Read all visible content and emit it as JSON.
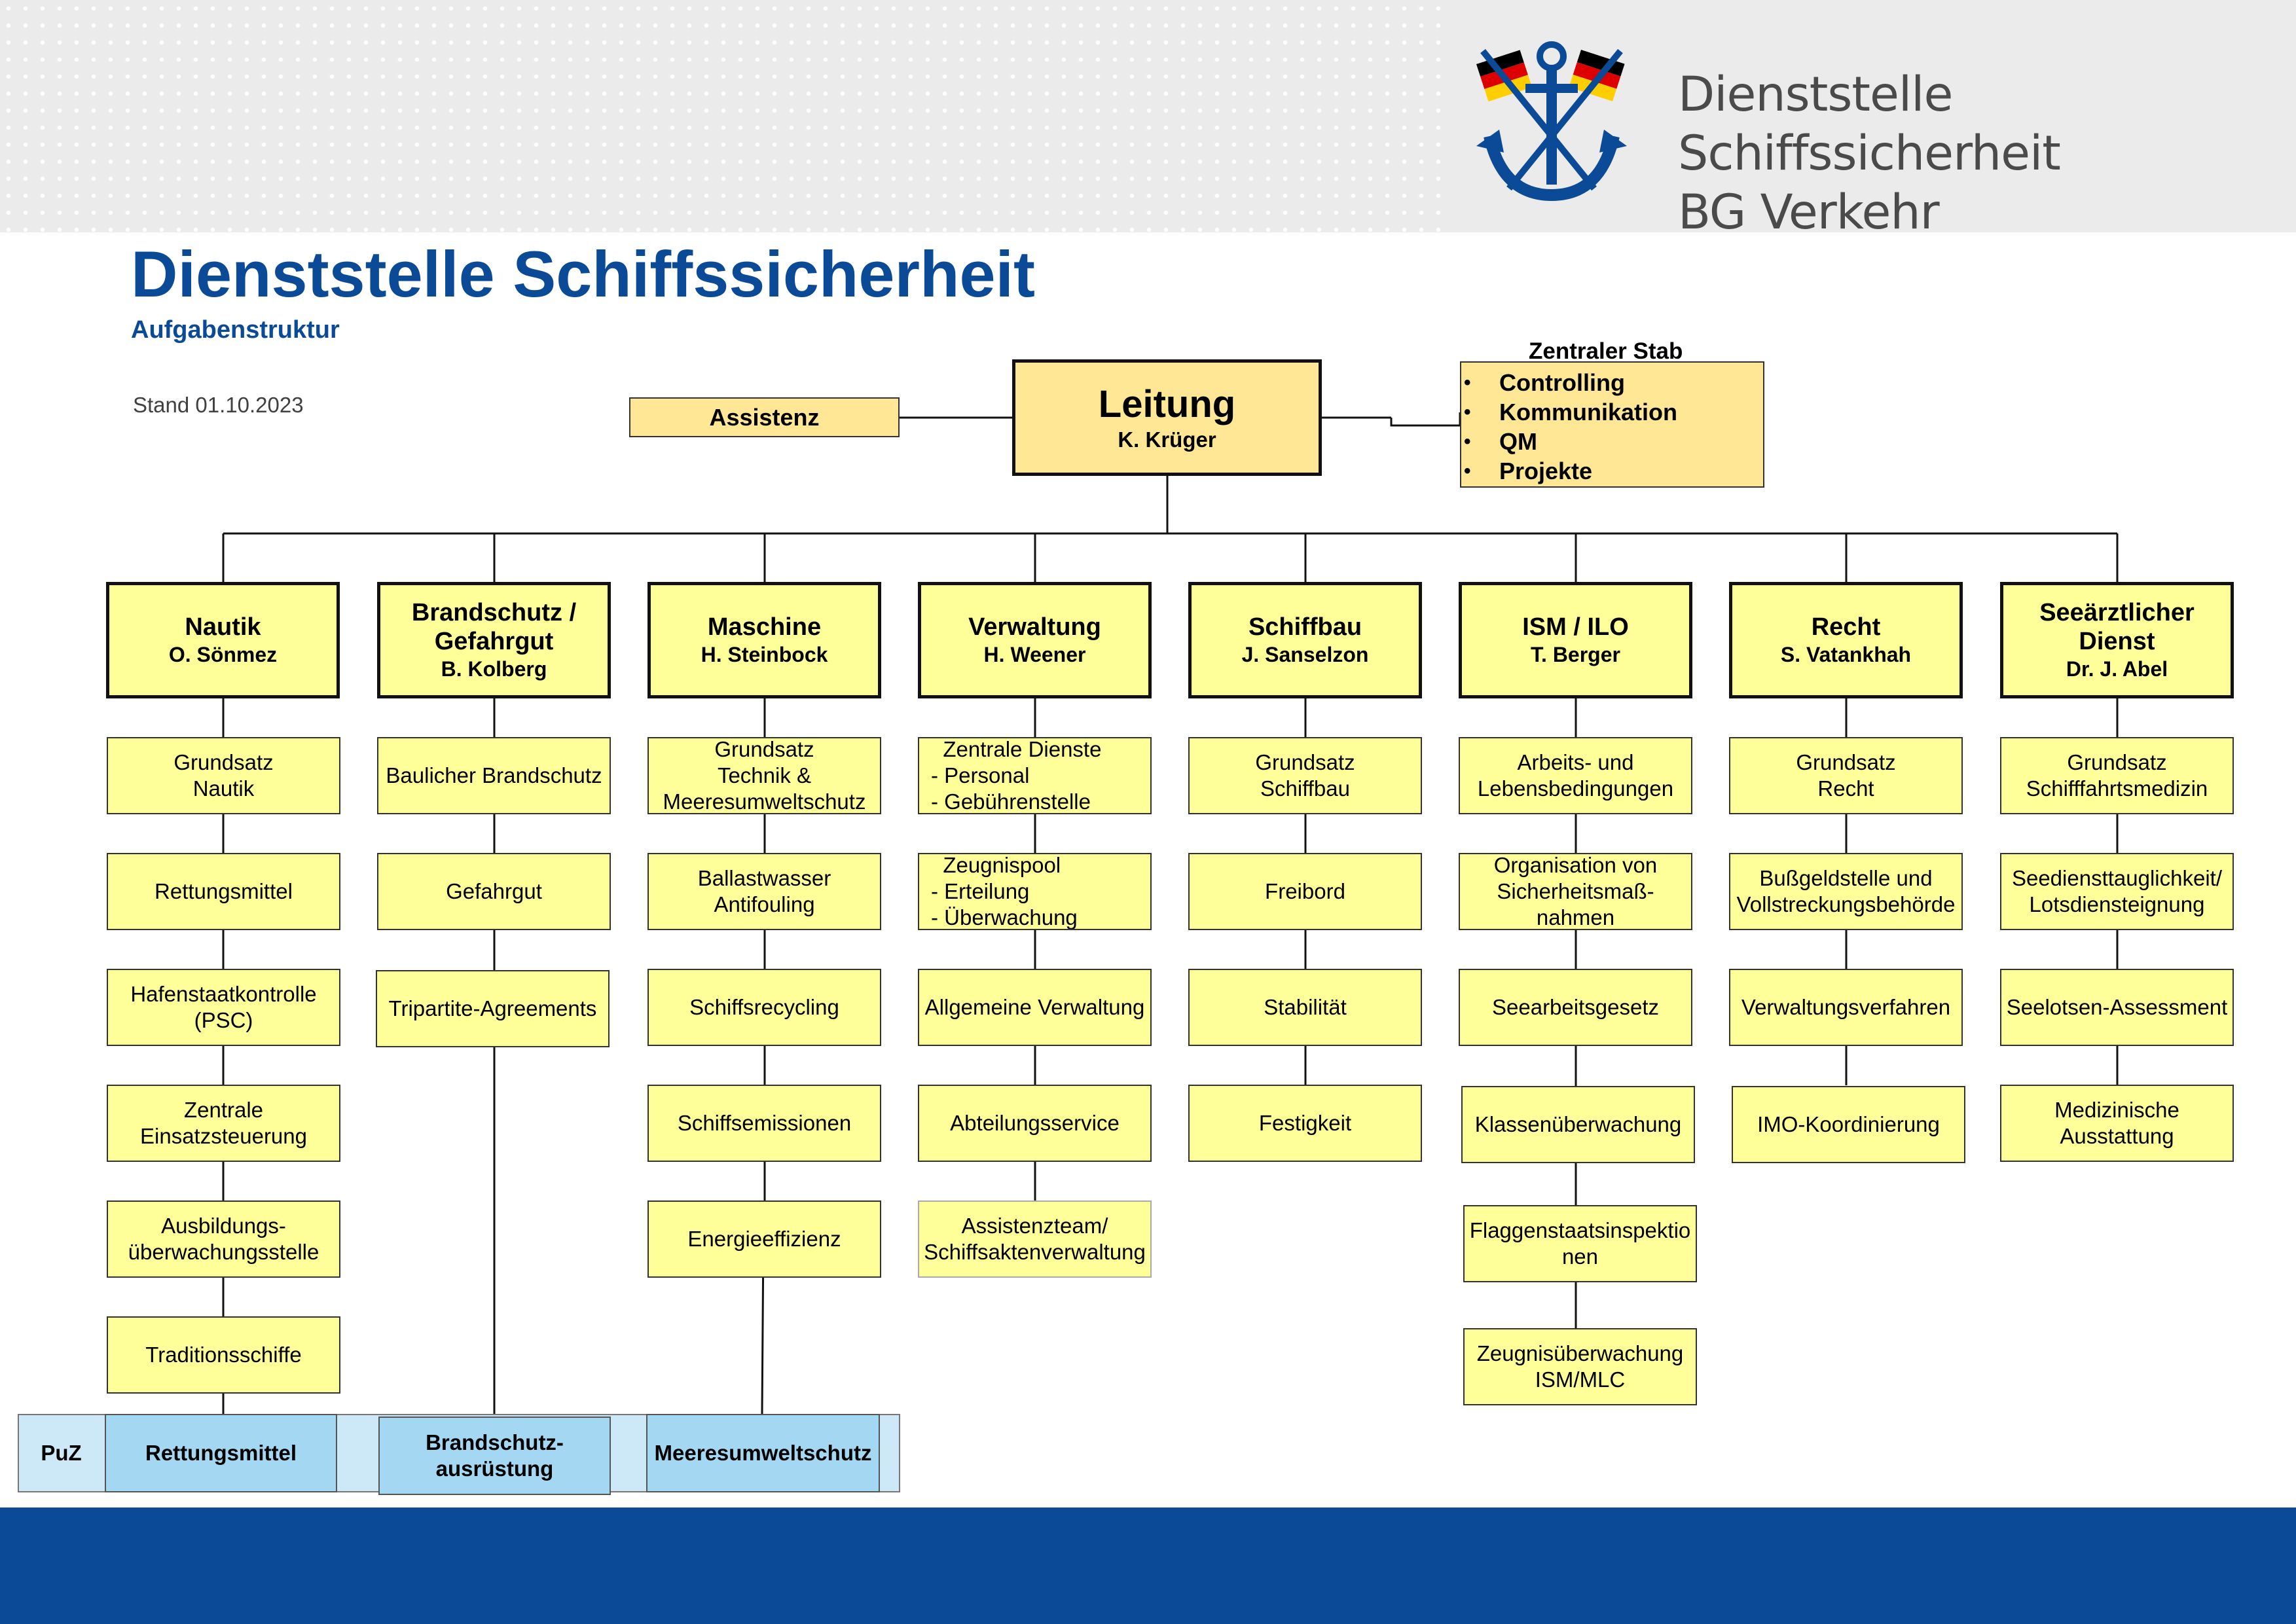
{
  "header": {
    "org_line1": "Dienststelle Schiffssicherheit",
    "org_line2": "BG Verkehr",
    "logo_icon": "anchor-with-german-flags-icon"
  },
  "title": "Dienststelle Schiffssicherheit",
  "subtitle": "Aufgabenstruktur",
  "stand": "Stand 01.10.2023",
  "leitung": {
    "title": "Leitung",
    "name": "K. Krüger"
  },
  "assistenz": "Assistenz",
  "zentraler_stab": {
    "title": "Zentraler Stab",
    "items": [
      "Controlling",
      "Kommunikation",
      "QM",
      "Projekte"
    ]
  },
  "departments": [
    {
      "title": "Nautik",
      "head": "O. Sönmez",
      "units": [
        "Grundsatz\nNautik",
        "Rettungsmittel",
        "Hafenstaatkontrolle\n(PSC)",
        "Zentrale\nEinsatzsteuerung",
        "Ausbildungs-\nüberwachungsstelle",
        "Traditionsschiffe"
      ]
    },
    {
      "title": "Brandschutz /\nGefahrgut",
      "head": "B. Kolberg",
      "units": [
        "Baulicher Brandschutz",
        "Gefahrgut",
        "Tripartite-Agreements"
      ]
    },
    {
      "title": "Maschine",
      "head": "H. Steinbock",
      "units": [
        "Grundsatz\nTechnik &\nMeeresumweltschutz",
        "Ballastwasser\nAntifouling",
        "Schiffsrecycling",
        "Schiffsemissionen",
        "Energieeffizienz"
      ]
    },
    {
      "title": "Verwaltung",
      "head": "H. Weener",
      "units": [
        "  Zentrale Dienste\n- Personal\n- Gebührenstelle",
        "  Zeugnispool\n- Erteilung\n- Überwachung",
        "Allgemeine Verwaltung",
        "Abteilungsservice",
        "Assistenzteam/\nSchiffsaktenverwaltung"
      ]
    },
    {
      "title": "Schiffbau",
      "head": "J. Sanselzon",
      "units": [
        "Grundsatz\nSchiffbau",
        "Freibord",
        "Stabilität",
        "Festigkeit"
      ]
    },
    {
      "title": "ISM / ILO",
      "head": "T. Berger",
      "units": [
        "Arbeits- und\nLebensbedingungen",
        "Organisation von\nSicherheitsmaß-\nnahmen",
        "Seearbeitsgesetz",
        "Klassenüberwachung",
        "Flaggenstaatsinspektio\nnen",
        "Zeugnisüberwachung\nISM/MLC"
      ]
    },
    {
      "title": "Recht",
      "head": "S. Vatankhah",
      "units": [
        "Grundsatz\nRecht",
        "Bußgeldstelle und\nVollstreckungsbehörde",
        "Verwaltungsverfahren",
        "IMO-Koordinierung"
      ]
    },
    {
      "title": "Seeärztlicher\nDienst",
      "head": "Dr. J. Abel",
      "units": [
        "Grundsatz\nSchifffahrtsmedizin",
        "Seediensttauglichkeit/\nLotsdiensteignung",
        "Seelotsen-Assessment",
        "Medizinische\nAusstattung"
      ]
    }
  ],
  "puz": {
    "label": "PuZ",
    "items": [
      "Rettungsmittel",
      "Brandschutz-\nausrüstung",
      "Meeresumweltschutz"
    ]
  },
  "colors": {
    "brand_blue": "#0b4a96",
    "box_yellow": "#ffff99",
    "box_peach": "#ffe796",
    "puz_light": "#cde9f7",
    "puz_blue": "#a4d7f2"
  }
}
